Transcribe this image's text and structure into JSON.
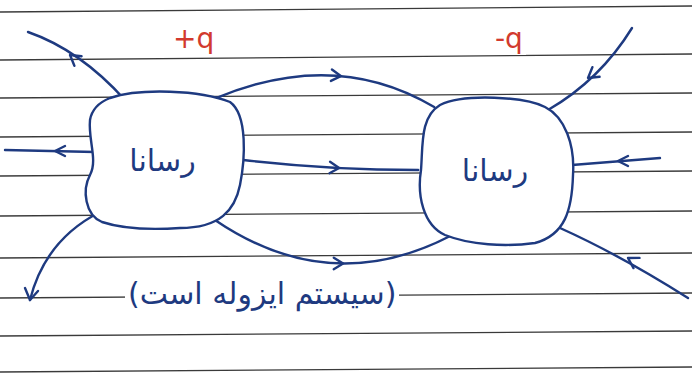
{
  "diagram": {
    "nodes": [
      {
        "text": [
          "رسانا"
        ]
      },
      {
        "text": [
          "رسانا"
        ]
      }
    ],
    "edges": [
      {
        "from": 0,
        "to": 1,
        "arrow": "to"
      },
      {
        "from": 0,
        "to": 1,
        "arrow": "to"
      },
      {
        "from": 0,
        "to": 1,
        "arrow": "to"
      }
    ],
    "labels": [
      "+q",
      "-q",
      "(سیستم ایزوله است)"
    ]
  }
}
